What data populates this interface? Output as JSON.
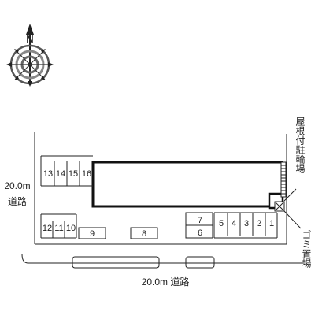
{
  "compass": {
    "north_label": "N"
  },
  "roads": {
    "left_width": "20.0m",
    "left_name": "道路",
    "bottom_label": "20.0m 道路"
  },
  "labels": {
    "bicycle_parking": "屋根付駐輪場",
    "garbage": "ゴミ置場"
  },
  "parking_spaces": [
    {
      "id": "13",
      "label": "13"
    },
    {
      "id": "14",
      "label": "14"
    },
    {
      "id": "15",
      "label": "15"
    },
    {
      "id": "16",
      "label": "16"
    },
    {
      "id": "12",
      "label": "12"
    },
    {
      "id": "11",
      "label": "11"
    },
    {
      "id": "10",
      "label": "10"
    },
    {
      "id": "9",
      "label": "9"
    },
    {
      "id": "8",
      "label": "8"
    },
    {
      "id": "7",
      "label": "7"
    },
    {
      "id": "6",
      "label": "6"
    },
    {
      "id": "5",
      "label": "5"
    },
    {
      "id": "4",
      "label": "4"
    },
    {
      "id": "3",
      "label": "3"
    },
    {
      "id": "2",
      "label": "2"
    },
    {
      "id": "1",
      "label": "1"
    }
  ],
  "colors": {
    "line": "#222222",
    "background": "#ffffff"
  },
  "icons": [
    "compass-rose-icon",
    "garbage-station-icon"
  ]
}
